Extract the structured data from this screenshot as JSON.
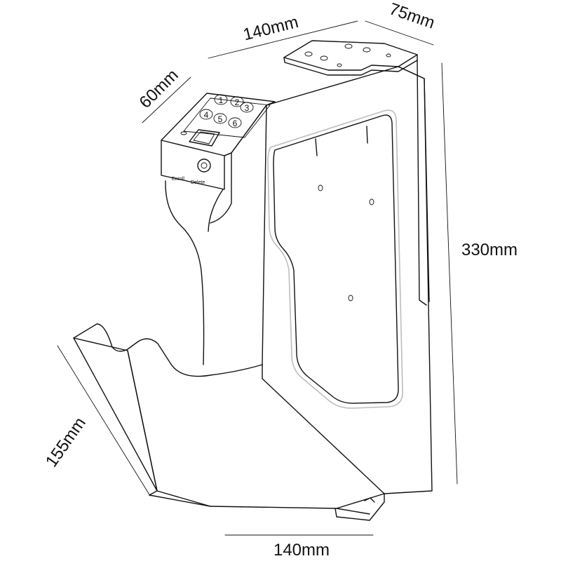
{
  "dimensions": {
    "top_width": "140mm",
    "bracket_depth": "75mm",
    "keypad_depth": "60mm",
    "height": "330mm",
    "cradle_length": "155mm",
    "bottom_width": "140mm"
  },
  "keypad": {
    "keys": [
      "1",
      "2",
      "3",
      "4",
      "5",
      "6"
    ],
    "enroll_label": "Enroll",
    "delete_label": "Delete"
  }
}
